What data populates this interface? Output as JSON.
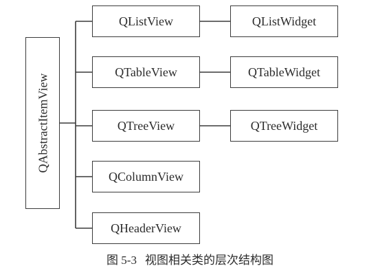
{
  "diagram": {
    "root": {
      "label": "QAbstractItemView"
    },
    "views": [
      {
        "label": "QListView"
      },
      {
        "label": "QTableView"
      },
      {
        "label": "QTreeView"
      },
      {
        "label": "QColumnView"
      },
      {
        "label": "QHeaderView"
      }
    ],
    "widgets": [
      {
        "label": "QListWidget"
      },
      {
        "label": "QTableWidget"
      },
      {
        "label": "QTreeWidget"
      }
    ]
  },
  "caption": {
    "figure_number": "图 5-3",
    "text": "视图相关类的层次结构图"
  },
  "colors": {
    "line": "#3a3a3a",
    "text": "#2b2b2b",
    "background": "#ffffff"
  }
}
